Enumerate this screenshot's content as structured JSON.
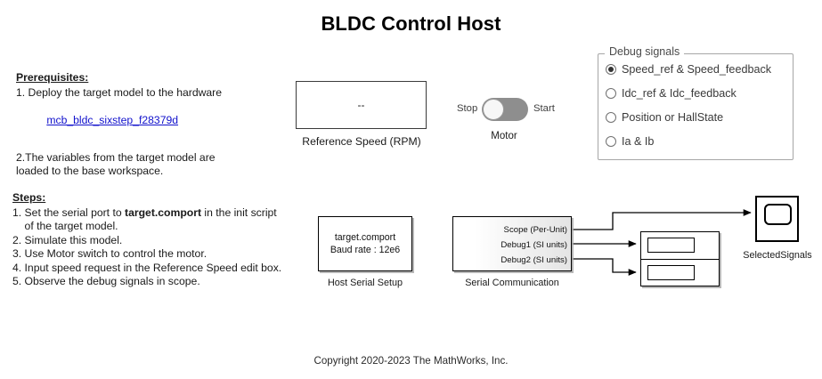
{
  "page": {
    "title": "BLDC Control Host",
    "copyright": "Copyright 2020-2023 The MathWorks, Inc."
  },
  "prerequisites": {
    "heading": "Prerequisites:",
    "line1": "1. Deploy the target model to the hardware",
    "link": "mcb_bldc_sixstep_f28379d",
    "line2a": "2.The variables from the target model are",
    "line2b": "loaded to the base workspace."
  },
  "steps": {
    "heading": "Steps:",
    "s1a": "1. Set the serial port to ",
    "s1b": "target.comport",
    "s1c": " in the init script",
    "s1d": "    of the target model.",
    "s2": "2. Simulate this model.",
    "s3": "3. Use Motor switch to control the motor.",
    "s4": "4. Input speed request in the Reference Speed edit box.",
    "s5": "5. Observe the debug signals in scope."
  },
  "reference_speed": {
    "value": "--",
    "placeholder": "--",
    "label": "Reference Speed (RPM)"
  },
  "motor_switch": {
    "off_label": "Stop",
    "on_label": "Start",
    "caption": "Motor",
    "state": "Stop"
  },
  "debug_signals": {
    "legend": "Debug signals",
    "options": [
      {
        "label": "Speed_ref & Speed_feedback",
        "selected": true
      },
      {
        "label": "Idc_ref & Idc_feedback",
        "selected": false
      },
      {
        "label": "Position or HallState",
        "selected": false
      },
      {
        "label": "Ia & Ib",
        "selected": false
      }
    ]
  },
  "blocks": {
    "host_serial_setup": {
      "line1": "target.comport",
      "line2": "Baud rate : 12e6",
      "caption": "Host Serial Setup"
    },
    "serial_communication": {
      "caption": "Serial Communication",
      "ports": [
        "Scope (Per-Unit)",
        "Debug1 (SI units)",
        "Debug2 (SI units)"
      ]
    },
    "display": {
      "values": [
        "",
        ""
      ]
    },
    "scope": {
      "caption": "SelectedSignals"
    }
  },
  "colors": {
    "link": "#1111cc",
    "switch_track": "#8e8e8e",
    "switch_knob": "#f7f7f7",
    "panel_border": "#a6a6a6",
    "block_border": "#000000",
    "background": "#ffffff"
  }
}
